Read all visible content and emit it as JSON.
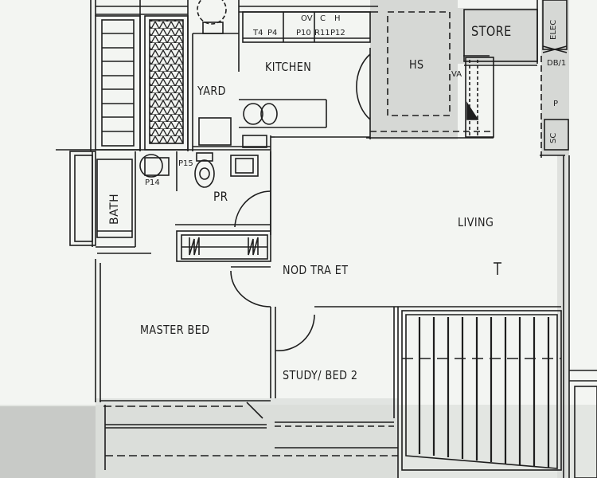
{
  "plan": {
    "title": "Apartment Floor Plan",
    "background": "#f3f5f2",
    "line_color": "#1e1e1e",
    "shade_color": "#d4d6d3",
    "rooms": [
      {
        "id": "kitchen",
        "label": "KITCHEN"
      },
      {
        "id": "yard",
        "label": "YARD"
      },
      {
        "id": "hs",
        "label": "HS"
      },
      {
        "id": "store",
        "label": "STORE"
      },
      {
        "id": "pr",
        "label": "PR"
      },
      {
        "id": "bath",
        "label": "BATH"
      },
      {
        "id": "living",
        "label": "LIVING"
      },
      {
        "id": "nod-traet",
        "label": "NOD TRA ET"
      },
      {
        "id": "master-bed",
        "label": "MASTER BED"
      },
      {
        "id": "study-bed2",
        "label": "STUDY/ BED 2"
      }
    ],
    "fixture_labels": {
      "t4": "T4",
      "p4": "P4",
      "ov": "OV",
      "c": "C",
      "h": "H",
      "p10": "P10",
      "r11": "R11",
      "p12": "P12",
      "p14": "P14",
      "p15": "P15",
      "va": "VA",
      "elec": "ELEC",
      "db": "DB/1",
      "p": "P",
      "sc": "SC",
      "living_mark": "T"
    }
  }
}
